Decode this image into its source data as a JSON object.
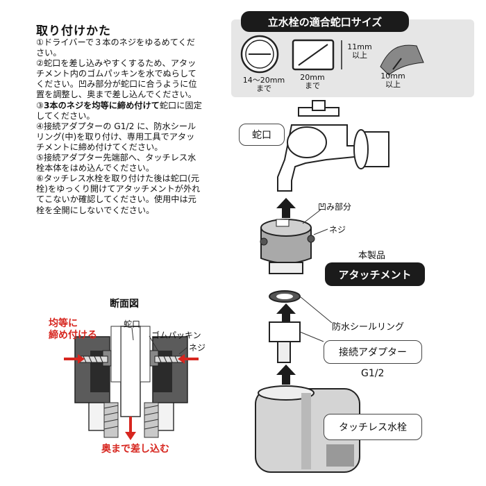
{
  "instructions": {
    "title": "取り付けかた",
    "steps": [
      {
        "num": "①",
        "text": "ドライバーで３本のネジをゆるめてください。"
      },
      {
        "num": "②",
        "text": "蛇口を差し込みやすくするため、アタッチメント内のゴムパッキンを水でぬらしてください。凹み部分が蛇口に合うように位置を調整し、奥まで差し込んでください。"
      },
      {
        "num": "③",
        "bold": "3本のネジを均等に締め付けて",
        "text": "蛇口に固定してください。"
      },
      {
        "num": "④",
        "text": "接続アダプターの G1/2 に、防水シールリング(中)を取り付け、専用工具でアタッチメントに締め付けてください。"
      },
      {
        "num": "⑤",
        "text": "接続アダプター先端部へ、タッチレス水栓本体をはめ込んでください。"
      },
      {
        "num": "⑥",
        "text": "タッチレス水栓を取り付けた後は蛇口(元栓)をゆっくり開けてアタッチメントが外れてこないか確認してください。使用中は元栓を全開にしないでください。"
      }
    ]
  },
  "cross_section": {
    "title": "断面図",
    "tighten_line1": "均等に",
    "tighten_line2": "締め付ける",
    "faucet": "蛇口",
    "gasket": "ゴムパッキン",
    "screw": "ネジ",
    "insert": "奥まで差し込む"
  },
  "sizes": {
    "title": "立水栓の適合蛇口サイズ",
    "round_size": "14～20mm",
    "round_note": "まで",
    "square_size": "20mm",
    "square_note": "まで",
    "height_size": "11mm",
    "height_note": "以上",
    "depth_size": "10mm",
    "depth_note": "以上"
  },
  "assembly": {
    "faucet": "蛇口",
    "notch": "凹み部分",
    "screw": "ネジ",
    "product": "本製品",
    "attachment": "アタッチメント",
    "seal_ring": "防水シールリング",
    "adapter": "接続アダプター",
    "thread": "G1/2",
    "touchless": "タッチレス水栓"
  },
  "colors": {
    "accent_red": "#d7261f",
    "dark_label": "#1b1b1b"
  }
}
